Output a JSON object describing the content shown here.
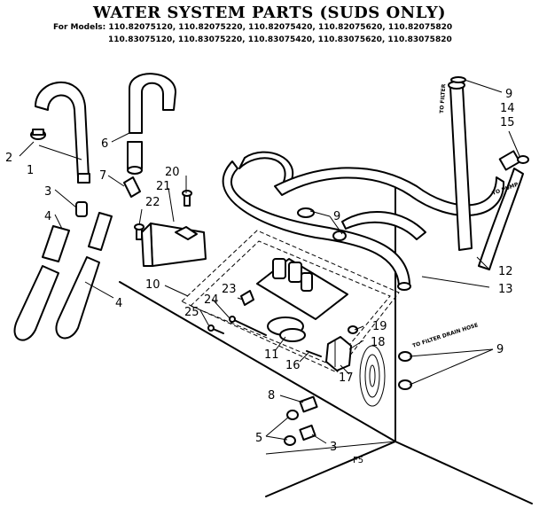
{
  "title": "WATER SYSTEM PARTS (SUDS ONLY)",
  "models": {
    "prefix": "For Models:",
    "line1": "110.82075120, 110.82075220, 110.82075420, 110.82075620, 110.82075820",
    "line2": "110.83075120, 110.83075220, 110.83075420, 110.83075620, 110.83075820"
  },
  "route_labels": {
    "to_filter": "TO FILTER",
    "to_pump": "TO PUMP",
    "to_filter_drain_hose": "TO FILTER DRAIN HOSE"
  },
  "callouts": {
    "c1": "1",
    "c2": "2",
    "c3a": "3",
    "c3b": "3",
    "c4a": "4",
    "c4b": "4",
    "c5": "5",
    "c6": "6",
    "c7": "7",
    "c8": "8",
    "c9a": "9",
    "c9b": "9",
    "c9c": "9",
    "c10": "10",
    "c11": "11",
    "c12": "12",
    "c13": "13",
    "c14": "14",
    "c15": "15",
    "c16": "16",
    "c17": "17",
    "c18": "18",
    "c19": "19",
    "c20": "20",
    "c21": "21",
    "c22": "22",
    "c23": "23",
    "c24": "24",
    "c25": "25"
  },
  "figure_code": "F5"
}
